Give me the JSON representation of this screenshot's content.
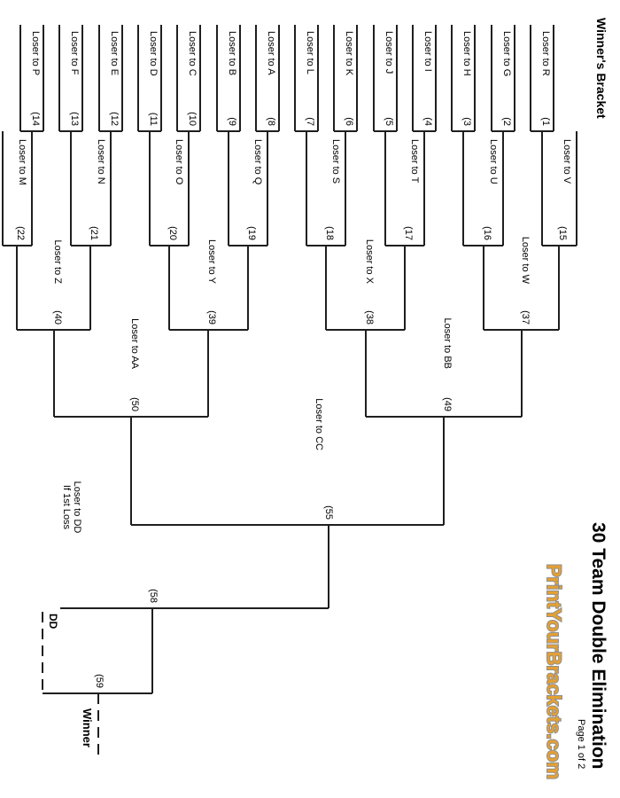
{
  "header": {
    "winners_bracket": "Winner's Bracket"
  },
  "footer": {
    "title": "30 Team Double Elimination",
    "page": "Page 1 of 2",
    "website": "PrintYourBrackets.com"
  },
  "colors": {
    "line": "#1f1f1f",
    "text": "#000000",
    "website_fill": "#E5A033",
    "website_stroke": "#8f8f8f"
  },
  "bracket": {
    "round1": [
      {
        "num": "(1",
        "label": "Loser to R"
      },
      {
        "num": "(2",
        "label": "Loser to G"
      },
      {
        "num": "(3",
        "label": "Loser to H"
      },
      {
        "num": "(4",
        "label": "Loser to I"
      },
      {
        "num": "(5",
        "label": "Loser to J"
      },
      {
        "num": "(6",
        "label": "Loser to K"
      },
      {
        "num": "(7",
        "label": "Loser to L"
      },
      {
        "num": "(8",
        "label": "Loser to A"
      },
      {
        "num": "(9",
        "label": "Loser to B"
      },
      {
        "num": "(10",
        "label": "Loser to C"
      },
      {
        "num": "(11",
        "label": "Loser to D"
      },
      {
        "num": "(12",
        "label": "Loser to E"
      },
      {
        "num": "(13",
        "label": "Loser to F"
      },
      {
        "num": "(14",
        "label": "Loser to P"
      }
    ],
    "round2": [
      {
        "num": "(15",
        "label": "Loser to V"
      },
      {
        "num": "(16",
        "label": "Loser to U"
      },
      {
        "num": "(17",
        "label": "Loser to T"
      },
      {
        "num": "(18",
        "label": "Loser to S"
      },
      {
        "num": "(19",
        "label": "Loser to Q"
      },
      {
        "num": "(20",
        "label": "Loser to O"
      },
      {
        "num": "(21",
        "label": "Loser to N"
      },
      {
        "num": "(22",
        "label": "Loser to M"
      }
    ],
    "round3": [
      {
        "num": "(37",
        "label": "Loser to W"
      },
      {
        "num": "(38",
        "label": "Loser to X"
      },
      {
        "num": "(39",
        "label": "Loser to Y"
      },
      {
        "num": "(40",
        "label": "Loser to Z"
      }
    ],
    "round4": [
      {
        "num": "(49",
        "label": "Loser to BB"
      },
      {
        "num": "(50",
        "label": "Loser to AA"
      }
    ],
    "finals": {
      "game55": {
        "num": "(55",
        "label": "Loser to CC"
      },
      "game58": {
        "num": "(58",
        "note_line1": "Loser to DD",
        "note_line2": "If 1st Loss"
      },
      "game59": {
        "num": "(59"
      },
      "dd": "DD",
      "winner": "Winner"
    }
  }
}
